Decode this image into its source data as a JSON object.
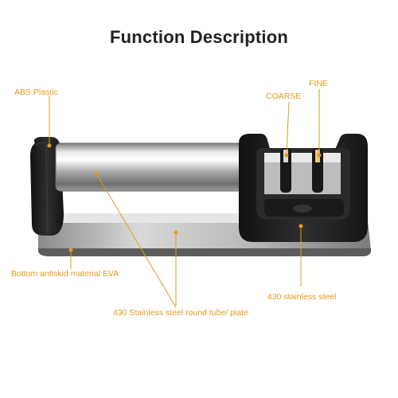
{
  "heading": "Function Description",
  "callouts": {
    "abs_plastic": "ABS Plastic",
    "coarse": "COARSE",
    "fine": "FINE",
    "bottom_eva": "Bottom antiskid material EVA",
    "tube_plate": "430 Stainless steel round tube/ plate",
    "steel_430": "430 stainless steel"
  },
  "colors": {
    "callout": "#e39a1a",
    "body": "#1e1e1e",
    "steel": "#c4c4c4"
  }
}
